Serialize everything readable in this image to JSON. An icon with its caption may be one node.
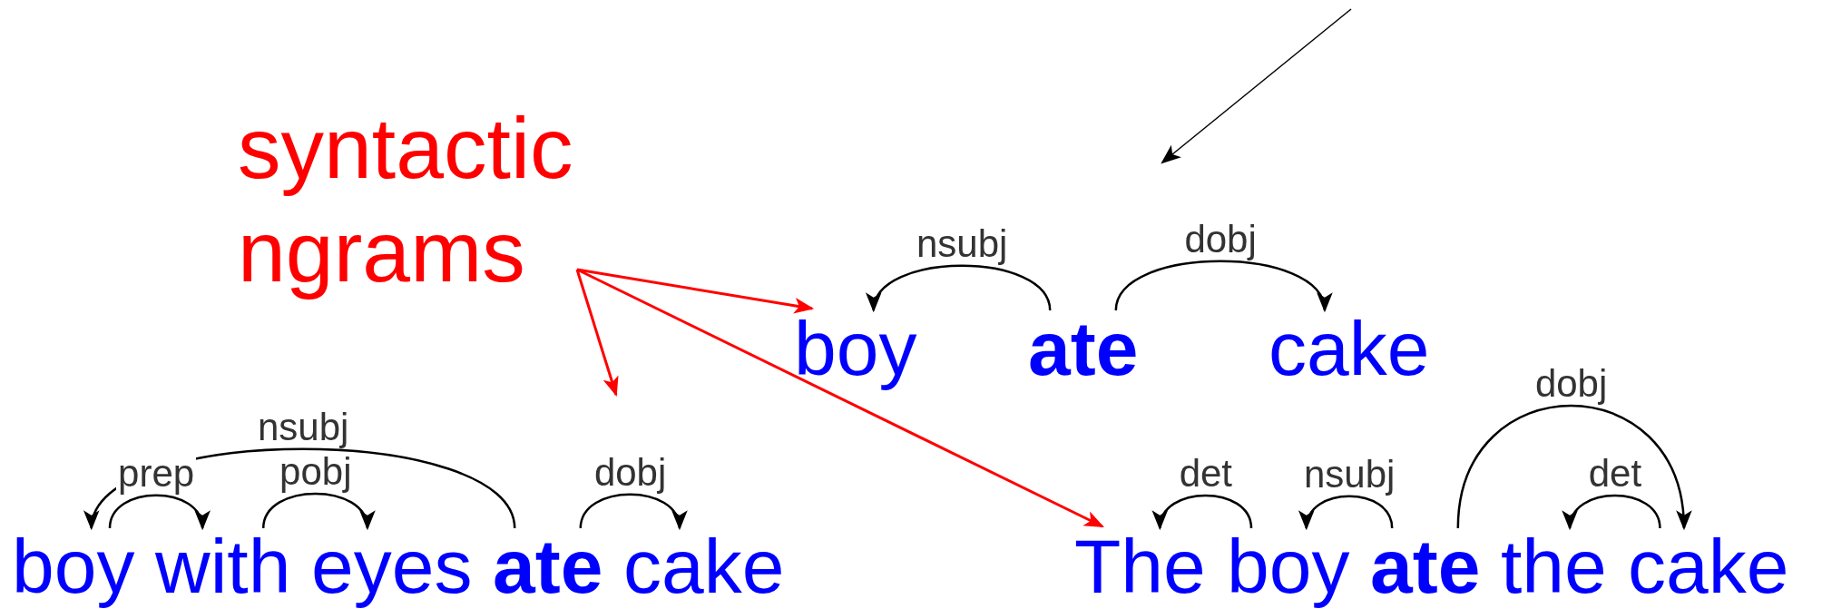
{
  "diagram": {
    "nodes": [
      {
        "text": [
          "syntactic ngrams"
        ]
      },
      {
        "text": [
          "boy"
        ]
      },
      {
        "text": [
          "ate"
        ]
      },
      {
        "text": [
          "cake"
        ]
      },
      {
        "text": [
          "boy"
        ]
      },
      {
        "text": [
          "with"
        ]
      },
      {
        "text": [
          "eyes"
        ]
      },
      {
        "text": [
          "ate"
        ]
      },
      {
        "text": [
          "cake"
        ]
      },
      {
        "text": [
          "The"
        ]
      },
      {
        "text": [
          "boy"
        ]
      },
      {
        "text": [
          "ate"
        ]
      },
      {
        "text": [
          "the"
        ]
      },
      {
        "text": [
          "cake"
        ]
      }
    ],
    "edges": [
      {
        "from": 0,
        "to": 1,
        "arrow": "to",
        "color": "#ff0000"
      },
      {
        "from": 0,
        "to": null,
        "arrow": "to",
        "color": "#ff0000"
      },
      {
        "from": 0,
        "to": 9,
        "arrow": "to",
        "color": "#ff0000"
      },
      {
        "from": 2,
        "to": 1,
        "arrow": "to",
        "label": "nsubj"
      },
      {
        "from": 2,
        "to": 3,
        "arrow": "to",
        "label": "dobj"
      },
      {
        "from": 7,
        "to": 4,
        "arrow": "to",
        "label": "nsubj"
      },
      {
        "from": 4,
        "to": 5,
        "arrow": "to",
        "label": "prep"
      },
      {
        "from": 5,
        "to": 6,
        "arrow": "to",
        "label": "pobj"
      },
      {
        "from": 7,
        "to": 8,
        "arrow": "to",
        "label": "dobj"
      },
      {
        "from": 10,
        "to": 9,
        "arrow": "to",
        "label": "det"
      },
      {
        "from": 11,
        "to": 10,
        "arrow": "to",
        "label": "nsubj"
      },
      {
        "from": 11,
        "to": 13,
        "arrow": "to",
        "label": "dobj"
      },
      {
        "from": 13,
        "to": 12,
        "arrow": "to",
        "label": "det"
      }
    ]
  }
}
